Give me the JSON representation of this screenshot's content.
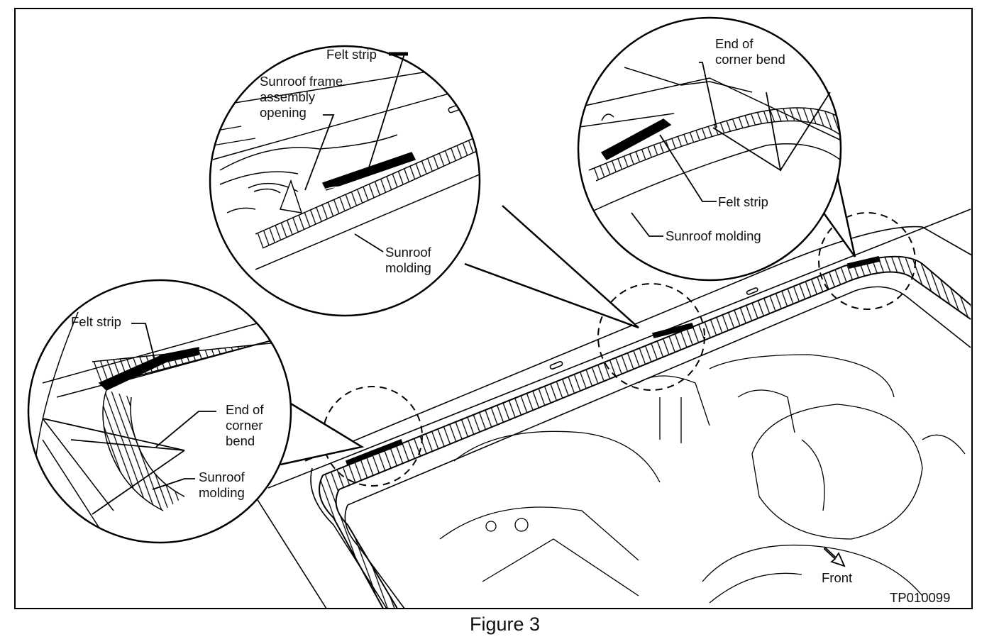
{
  "diagram": {
    "callouts": {
      "top_center": {
        "felt_strip": "Felt strip",
        "frame_opening": "Sunroof frame\nassembly\nopening",
        "molding": "Sunroof\nmolding"
      },
      "top_right": {
        "end_of_bend": "End of\ncorner bend",
        "felt_strip": "Felt strip",
        "molding": "Sunroof molding"
      },
      "left": {
        "felt_strip": "Felt strip",
        "end_of_bend": "End of\ncorner\nbend",
        "molding": "Sunroof\nmolding"
      }
    },
    "direction_label": "Front",
    "part_number": "TP010099",
    "caption": "Figure 3"
  },
  "colors": {
    "ink": "#000000",
    "paper": "#ffffff"
  }
}
